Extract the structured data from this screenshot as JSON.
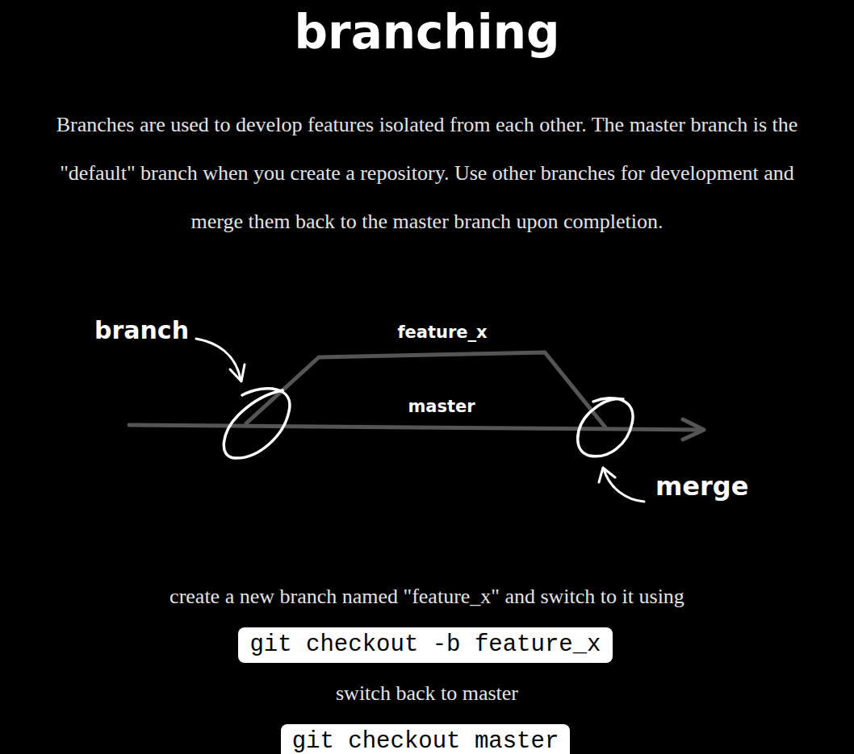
{
  "diagram": {
    "title": "branching",
    "nodes": [
      {
        "text": [
          "git checkout -b feature_x"
        ]
      },
      {
        "text": [
          "git checkout master"
        ]
      }
    ],
    "labels": [
      "Branches are used to develop features isolated from each other. The master branch is the \"default\" branch when you create a repository. Use other branches for development and merge them back to the master branch upon completion.",
      "branch",
      "feature_x",
      "master",
      "merge",
      "create a new branch named \"feature_x\" and switch to it using",
      "switch back to master"
    ]
  }
}
